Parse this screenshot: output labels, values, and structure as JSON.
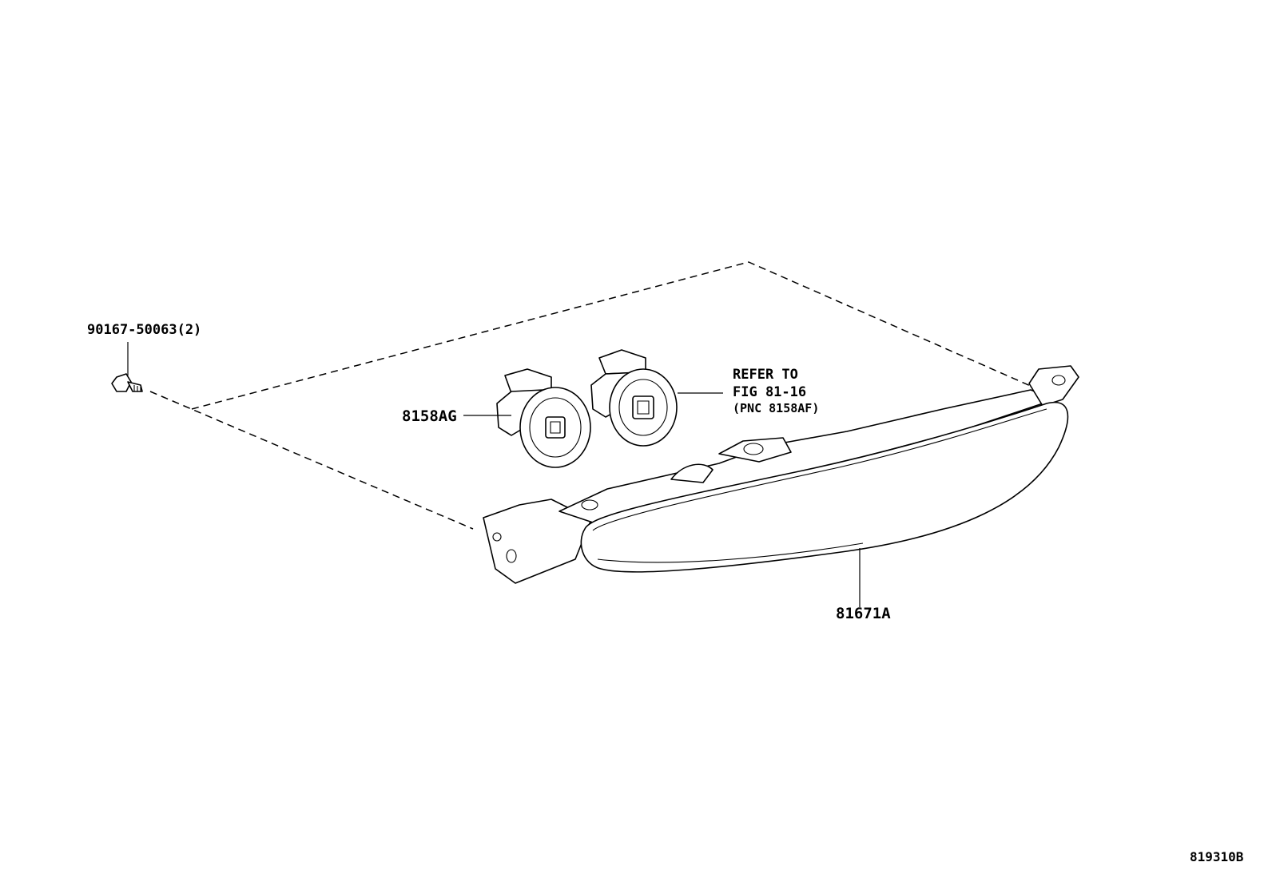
{
  "parts": [
    {
      "code": "90167-50063(2)",
      "item": "bolt"
    },
    {
      "code": "8158AG",
      "item": "socket"
    },
    {
      "code": "81671A",
      "item": "lamp"
    }
  ],
  "reference_note": {
    "line1": "REFER TO",
    "line2": "FIG 81-16",
    "line3": "(PNC 8158AF)"
  },
  "figure_number": "819310B"
}
